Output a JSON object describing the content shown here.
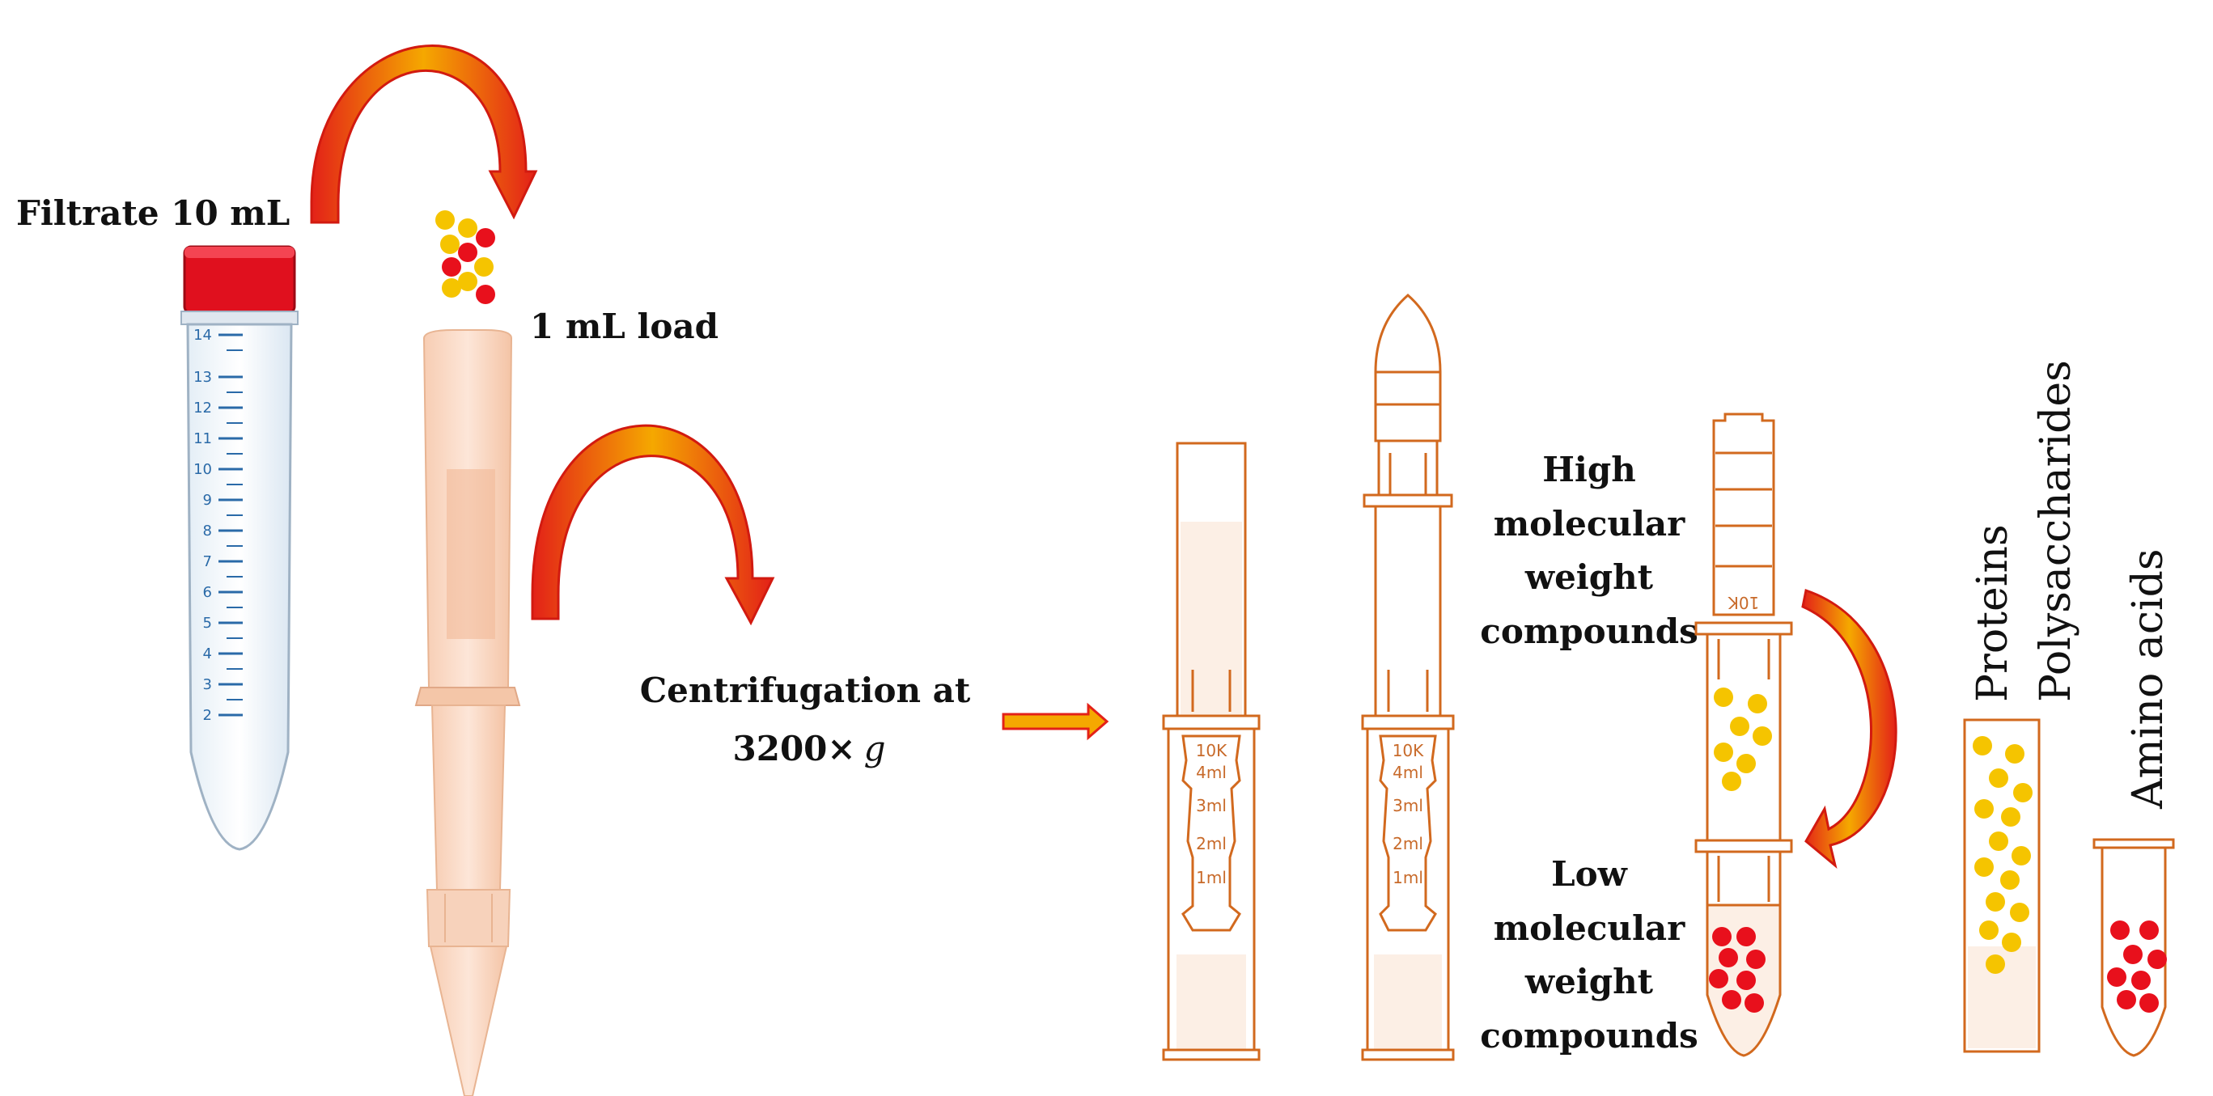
{
  "labels": {
    "filtrate": "Filtrate 10 mL",
    "load": "1 mL load",
    "centrifugation_line1": "Centrifugation at",
    "centrifugation_line2": "3200×",
    "centrifugation_g": "g",
    "high_mw": [
      "High",
      "molecular",
      "weight",
      "compounds"
    ],
    "low_mw": [
      "Low",
      "molecular",
      "weight",
      "compounds"
    ],
    "proteins": "Proteins",
    "polysaccharides": "Polysaccharides",
    "amino_acids": "Amino acids"
  },
  "tube_scale": {
    "falcon_ticks": [
      "14",
      "13",
      "12",
      "11",
      "10",
      "9",
      "8",
      "7",
      "6",
      "5",
      "4",
      "3",
      "2"
    ],
    "filter_unit_marks": [
      "10K",
      "4ml",
      "3ml",
      "2ml",
      "1ml"
    ]
  },
  "colors": {
    "arrow_fill": "#f5a800",
    "arrow_edge": "#e32118",
    "orange_outline": "#d2691e",
    "yellow_particle": "#f5c400",
    "red_particle": "#e8101c",
    "falcon_cap": "#e0101e",
    "falcon_scale": "#2a6aa8"
  }
}
